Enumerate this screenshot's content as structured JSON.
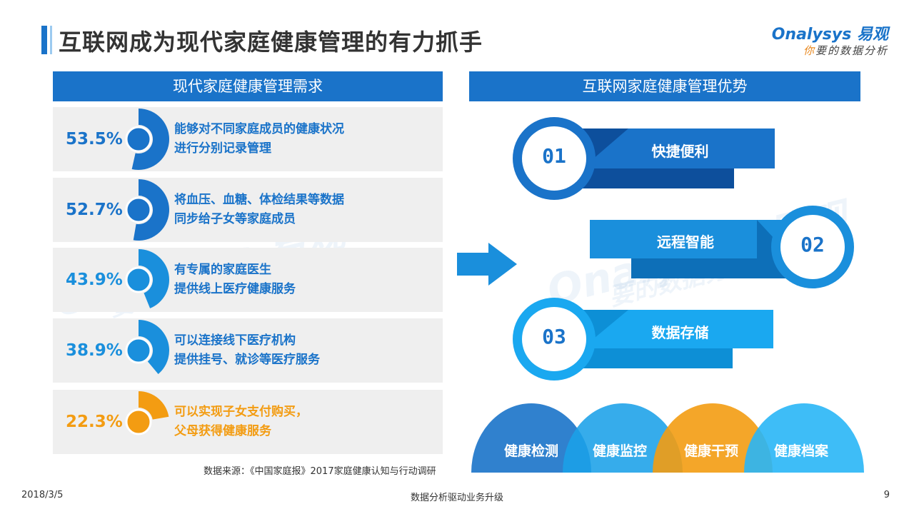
{
  "page": {
    "title": "互联网成为现代家庭健康管理的有力抓手",
    "logo_line1": "Onalysys 易观",
    "logo_line2_first": "你",
    "logo_line2_rest": "要的数据分析"
  },
  "left_section": {
    "header": "现代家庭健康管理需求"
  },
  "right_section": {
    "header": "互联网家庭健康管理优势"
  },
  "chart_data": {
    "type": "bar",
    "title": "现代家庭健康管理需求",
    "categories": [
      "能够对不同家庭成员的健康状况进行分别记录管理",
      "将血压、血糖、体检结果等数据同步给子女等家庭成员",
      "有专属的家庭医生提供线上医疗健康服务",
      "可以连接线下医疗机构提供挂号、就诊等医疗服务",
      "可以实现子女支付购买，父母获得健康服务"
    ],
    "values": [
      53.5,
      52.7,
      43.9,
      38.9,
      22.3
    ],
    "value_labels": [
      "53.5%",
      "52.7%",
      "43.9%",
      "38.9%",
      "22.3%"
    ],
    "category_lines": [
      [
        "能够对不同家庭成员的健康状况",
        "进行分别记录管理"
      ],
      [
        "将血压、血糖、体检结果等数据",
        "同步给子女等家庭成员"
      ],
      [
        "有专属的家庭医生",
        "提供线上医疗健康服务"
      ],
      [
        "可以连接线下医疗机构",
        "提供挂号、就诊等医疗服务"
      ],
      [
        "可以实现子女支付购买，",
        "父母获得健康服务"
      ]
    ],
    "colors": [
      "#1a73c9",
      "#1a73c9",
      "#1a8fdc",
      "#1a8fdc",
      "#f39c12"
    ],
    "ylim": [
      0,
      100
    ]
  },
  "advantages": [
    {
      "num": "01",
      "label": "快捷便利"
    },
    {
      "num": "02",
      "label": "远程智能"
    },
    {
      "num": "03",
      "label": "数据存储"
    }
  ],
  "arches": [
    {
      "label": "健康检测",
      "color": "#1a73c9"
    },
    {
      "label": "健康监控",
      "color": "#1aa0e8"
    },
    {
      "label": "健康干预",
      "color": "#f39c12"
    },
    {
      "label": "健康档案",
      "color": "#29b6f6"
    }
  ],
  "source": "数据来源：《中国家庭报》2017家庭健康认知与行动调研",
  "footer": {
    "date": "2018/3/5",
    "center": "数据分析驱动业务升级",
    "page_number": "9"
  }
}
